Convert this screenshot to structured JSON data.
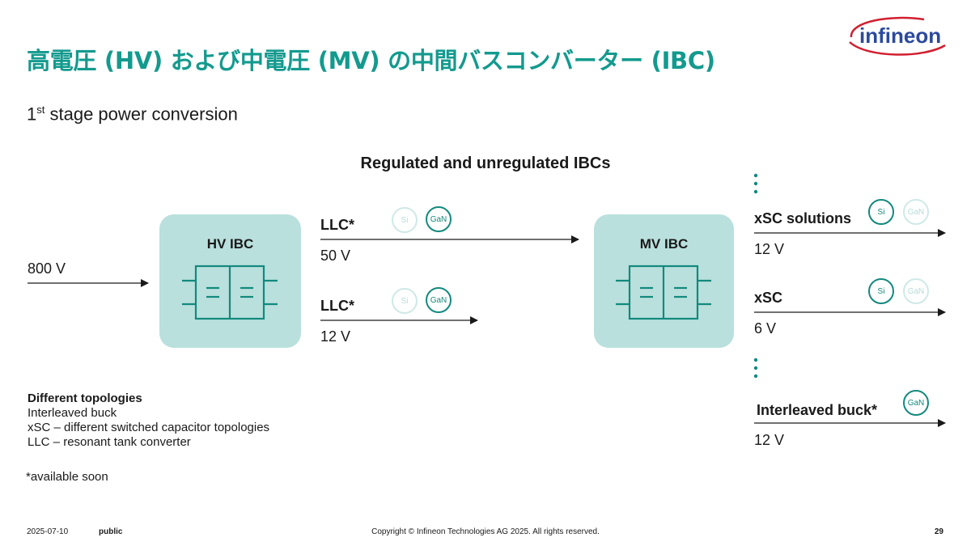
{
  "header": {
    "title": "高電圧 (HV) および中電圧 (MV) の中間バスコンバーター (IBC)",
    "subtitle_prefix": "1",
    "subtitle_sup": "st",
    "subtitle_rest": " stage power conversion",
    "logo_text": "infineon"
  },
  "diagram": {
    "heading": "Regulated and unregulated IBCs",
    "input_voltage": "800 V",
    "hv_box": "HV IBC",
    "mv_box": "MV IBC",
    "hv_outputs": [
      {
        "label": "LLC*",
        "voltage": "50 V",
        "badges": [
          {
            "text": "Si",
            "active": false
          },
          {
            "text": "GaN",
            "active": true
          }
        ]
      },
      {
        "label": "LLC*",
        "voltage": "12 V",
        "badges": [
          {
            "text": "Si",
            "active": false
          },
          {
            "text": "GaN",
            "active": true
          }
        ]
      }
    ],
    "mv_outputs": [
      {
        "label": "xSC solutions",
        "voltage": "12 V",
        "badges": [
          {
            "text": "Si",
            "active": true
          },
          {
            "text": "GaN",
            "active": false
          }
        ]
      },
      {
        "label": "xSC",
        "voltage": "6 V",
        "badges": [
          {
            "text": "Si",
            "active": true
          },
          {
            "text": "GaN",
            "active": false
          }
        ]
      },
      {
        "label": "Interleaved buck*",
        "voltage": "12 V",
        "badges": [
          {
            "text": "GaN",
            "active": true
          }
        ]
      }
    ]
  },
  "legend": {
    "heading": "Different topologies",
    "lines": [
      "Interleaved buck",
      "xSC – different switched capacitor topologies",
      "LLC  – resonant tank converter"
    ]
  },
  "note": "*available soon",
  "footer": {
    "date": "2025-07-10",
    "classification": "public",
    "copyright": "Copyright © Infineon Technologies AG 2025. All rights reserved.",
    "page": "29"
  },
  "colors": {
    "accent": "#139a8e",
    "box": "#b9e0dd",
    "box_line": "#13897d",
    "logo_red": "#d11f30",
    "logo_blue": "#2b4a9e"
  }
}
